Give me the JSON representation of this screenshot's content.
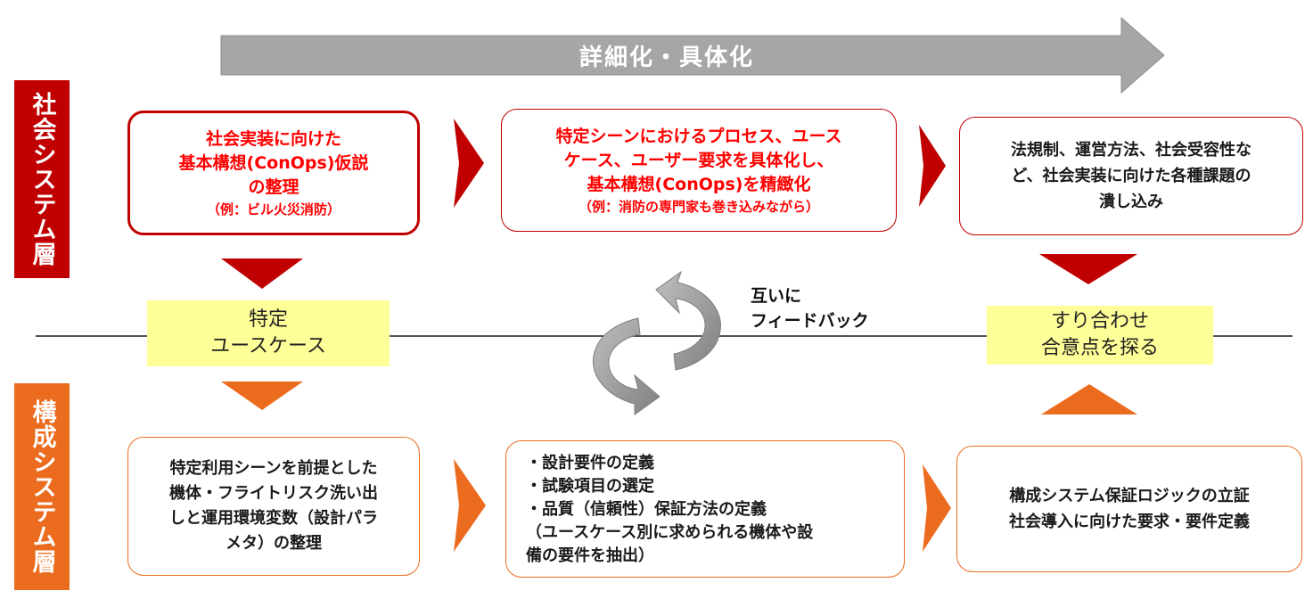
{
  "top_arrow": {
    "label": "詳細化・具体化"
  },
  "layers": {
    "social": "社会システム層",
    "component": "構成システム層"
  },
  "social_row": {
    "box1": {
      "main": "社会実装に向けた\n基本構想(ConOps)仮説\nの整理",
      "sub": "（例：ビル火災消防）"
    },
    "box2": {
      "main": "特定シーンにおけるプロセス、ユース\nケース、ユーザー要求を具体化し、\n基本構想(ConOps)を精緻化",
      "sub": "（例：消防の専門家も巻き込みながら）"
    },
    "box3": {
      "text": "法規制、運営方法、社会受容性な\nど、社会実装に向けた各種課題の\n潰し込み"
    }
  },
  "middle": {
    "note_left": "特定\nユースケース",
    "note_right": "すり合わせ\n合意点を探る",
    "feedback": "互いに\nフィードバック"
  },
  "component_row": {
    "box1": {
      "text": "特定利用シーンを前提とした\n機体・フライトリスク洗い出\nしと運用環境変数（設計パラ\nメタ）の整理"
    },
    "box2": {
      "lines": [
        "・設計要件の定義",
        "・試験項目の選定",
        "・品質（信頼性）保証方法の定義",
        "（ユースケース別に求められる機体や設\n備の要件を抽出）"
      ]
    },
    "box3": {
      "text": "構成システム保証ロジックの立証\n社会導入に向けた要求・要件定義"
    }
  },
  "colors": {
    "social_red": "#c00000",
    "component_orange": "#ec6c1f",
    "note_yellow": "#ffff99",
    "arrow_gray": "#a6a6a6"
  }
}
